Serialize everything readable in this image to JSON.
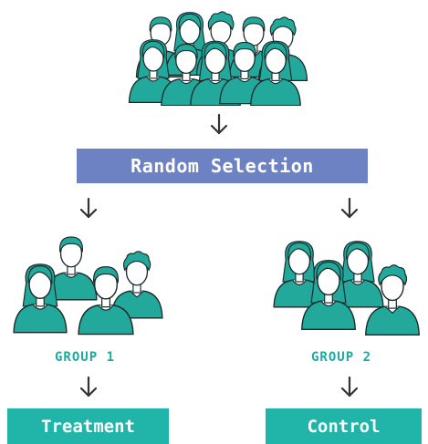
{
  "selection": {
    "label": "Random Selection"
  },
  "groups": [
    {
      "label": "GROUP 1",
      "outcome": "Treatment"
    },
    {
      "label": "GROUP 2",
      "outcome": "Control"
    }
  ],
  "colors": {
    "selection_fill": "#6d82c2",
    "outcome_fill": "#21b5a9",
    "group_label": "#1eaaa0",
    "person_teal": "#23a89c",
    "outline": "#1a2a2a"
  },
  "icons": [
    "population-crowd-illustration",
    "group-1-people-illustration",
    "group-2-people-illustration",
    "arrow-down-icon"
  ]
}
